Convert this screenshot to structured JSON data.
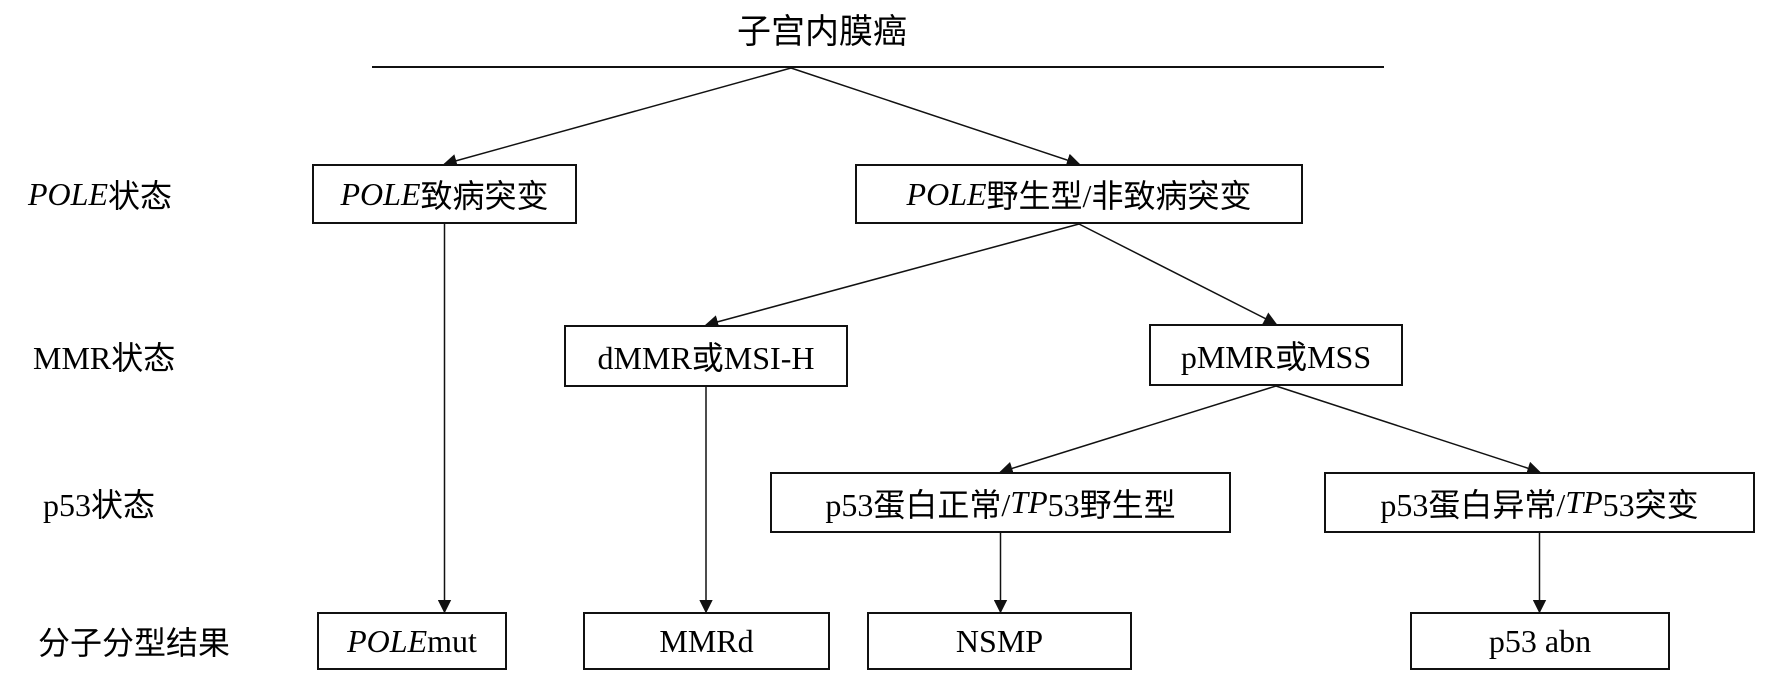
{
  "diagram": {
    "title": "子宫内膜癌",
    "ink_color": "#111111",
    "row_labels": [
      {
        "id": "pole-status",
        "segments": [
          {
            "t": "POLE",
            "i": true
          },
          {
            "t": "状态",
            "i": false
          }
        ]
      },
      {
        "id": "mmr-status",
        "segments": [
          {
            "t": "MMR状态",
            "i": false
          }
        ]
      },
      {
        "id": "p53-status",
        "segments": [
          {
            "t": "p53状态",
            "i": false
          }
        ]
      },
      {
        "id": "result",
        "segments": [
          {
            "t": "分子分型结果",
            "i": false
          }
        ]
      }
    ],
    "nodes": {
      "pole-path": {
        "segments": [
          {
            "t": "POLE",
            "i": true
          },
          {
            "t": "致病突变",
            "i": false
          }
        ]
      },
      "pole-wt": {
        "segments": [
          {
            "t": "POLE",
            "i": true
          },
          {
            "t": "野生型/非致病突变",
            "i": false
          }
        ]
      },
      "dmmr": {
        "segments": [
          {
            "t": "dMMR或MSI-H",
            "i": false
          }
        ]
      },
      "pmmr": {
        "segments": [
          {
            "t": "pMMR或MSS",
            "i": false
          }
        ]
      },
      "p53-normal": {
        "segments": [
          {
            "t": "p53蛋白正常/",
            "i": false
          },
          {
            "t": "TP",
            "i": true
          },
          {
            "t": "53野生型",
            "i": false
          }
        ]
      },
      "p53-abnormal": {
        "segments": [
          {
            "t": "p53蛋白异常/",
            "i": false
          },
          {
            "t": "TP",
            "i": true
          },
          {
            "t": "53突变",
            "i": false
          }
        ]
      },
      "pole-mut": {
        "segments": [
          {
            "t": "POLE",
            "i": true
          },
          {
            "t": " mut",
            "i": false
          }
        ]
      },
      "mmrd": {
        "segments": [
          {
            "t": "MMRd",
            "i": false
          }
        ]
      },
      "nsmp": {
        "segments": [
          {
            "t": "NSMP",
            "i": false
          }
        ]
      },
      "p53-abn": {
        "segments": [
          {
            "t": "p53 abn",
            "i": false
          }
        ]
      }
    },
    "edges": [
      {
        "from": "root",
        "to": "pole-path"
      },
      {
        "from": "root",
        "to": "pole-wt"
      },
      {
        "from": "pole-wt",
        "to": "dmmr"
      },
      {
        "from": "pole-wt",
        "to": "pmmr"
      },
      {
        "from": "pmmr",
        "to": "p53-normal"
      },
      {
        "from": "pmmr",
        "to": "p53-abnormal"
      },
      {
        "from": "pole-path",
        "to": "pole-mut"
      },
      {
        "from": "dmmr",
        "to": "mmrd"
      },
      {
        "from": "p53-normal",
        "to": "nsmp"
      },
      {
        "from": "p53-abnormal",
        "to": "p53-abn"
      }
    ]
  }
}
